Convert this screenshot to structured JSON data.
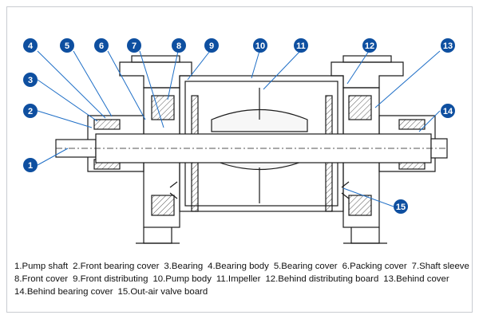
{
  "diagram": {
    "colors": {
      "line": "#1b1b1b",
      "callout_fill": "#0e4fa0",
      "callout_text": "#ffffff",
      "leader": "#1f6fc7",
      "hatch": "#555555"
    },
    "callouts": [
      {
        "num": "1"
      },
      {
        "num": "2"
      },
      {
        "num": "3"
      },
      {
        "num": "4"
      },
      {
        "num": "5"
      },
      {
        "num": "6"
      },
      {
        "num": "7"
      },
      {
        "num": "8"
      },
      {
        "num": "9"
      },
      {
        "num": "10"
      },
      {
        "num": "11"
      },
      {
        "num": "12"
      },
      {
        "num": "13"
      },
      {
        "num": "14"
      },
      {
        "num": "15"
      }
    ]
  },
  "legend": {
    "rows": [
      [
        "1.Pump shaft",
        "2.Front bearing cover",
        "3.Bearing",
        "4.Bearing body",
        "5.Bearing cover",
        "6.Packing cover",
        "7.Shaft sleeve"
      ],
      [
        "8.Front cover",
        "9.Front distributing",
        "10.Pump body",
        "11.Impeller",
        "12.Behind distributing board",
        "13.Behind cover"
      ],
      [
        "14.Behind bearing cover",
        "15.Out-air valve board"
      ]
    ]
  }
}
